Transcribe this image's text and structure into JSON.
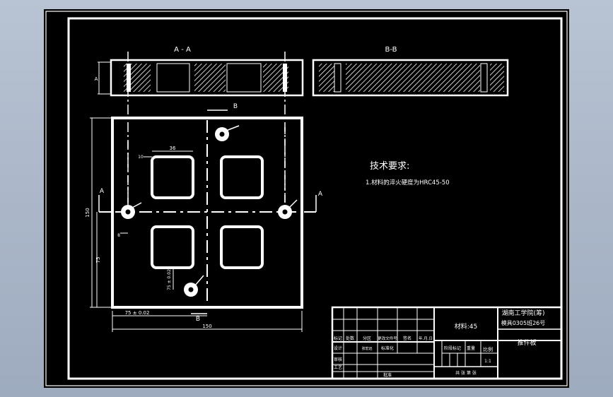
{
  "sections": {
    "aa_label": "A - A",
    "bb_label": "B-B"
  },
  "markers": {
    "a_left": "A",
    "a_right": "A",
    "b_top": "B",
    "b_bottom": "B"
  },
  "dims": {
    "width_bottom": "150",
    "offset_bottom": "75 ± 0.02",
    "left_height": "150",
    "left_offset": "75",
    "square_width": "36",
    "square_offset": "10",
    "hole_offset": "8",
    "side_a": "A",
    "vertical_small": "75 ± 0.02"
  },
  "tech": {
    "heading": "技术要求:",
    "item1": "1.材料的淬火硬度为HRC45-50"
  },
  "title_block": {
    "school_line1": "湖南工学院(筹)",
    "school_line2": "模具0305班26号",
    "material": "材料:45",
    "part_name": "推件板",
    "scale_header": "比例",
    "scale_value": "1:1",
    "weight_header": "重量",
    "stage_label": "阶段标记",
    "sheet_info": "共  张  第  张",
    "rev_cells": [
      "标记",
      "处数",
      "分区",
      "更改文件号",
      "签名",
      "年.月.日"
    ],
    "role_cells": [
      "设计",
      "标准化",
      "审核",
      "工艺",
      "批准"
    ],
    "designer_name": "张宏远"
  },
  "colors": {
    "paper": "#000000",
    "ink": "#ffffff",
    "desktop": "#a9b6c8"
  }
}
